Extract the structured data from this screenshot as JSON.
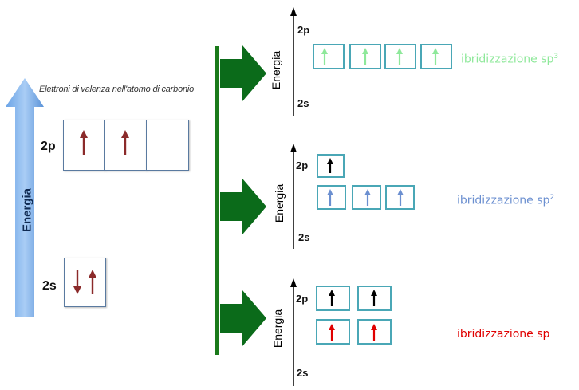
{
  "left": {
    "title": "Elettroni di valenza nell'atomo di carbonio",
    "energy_label": "Energia",
    "label_2p": "2p",
    "label_2s": "2s"
  },
  "sp3": {
    "energy_label": "Energia",
    "label_2p": "2p",
    "label_2s": "2s",
    "name": "ibridizzazione sp",
    "superscript": "3",
    "color": "#8ee89a"
  },
  "sp2": {
    "energy_label": "Energia",
    "label_2p": "2p",
    "label_2s": "2s",
    "name": "ibridizzazione sp",
    "superscript": "2",
    "color": "#6b8fd0"
  },
  "sp": {
    "energy_label": "Energia",
    "label_2p": "2p",
    "label_2s": "2s",
    "name": "ibridizzazione sp",
    "color": "#e00000"
  },
  "colors": {
    "electron_red": "#8b2a2a",
    "box_cyan": "#4aa7b6",
    "arrow_green": "#0b6b1a",
    "divider_green": "#1a7a1a"
  }
}
